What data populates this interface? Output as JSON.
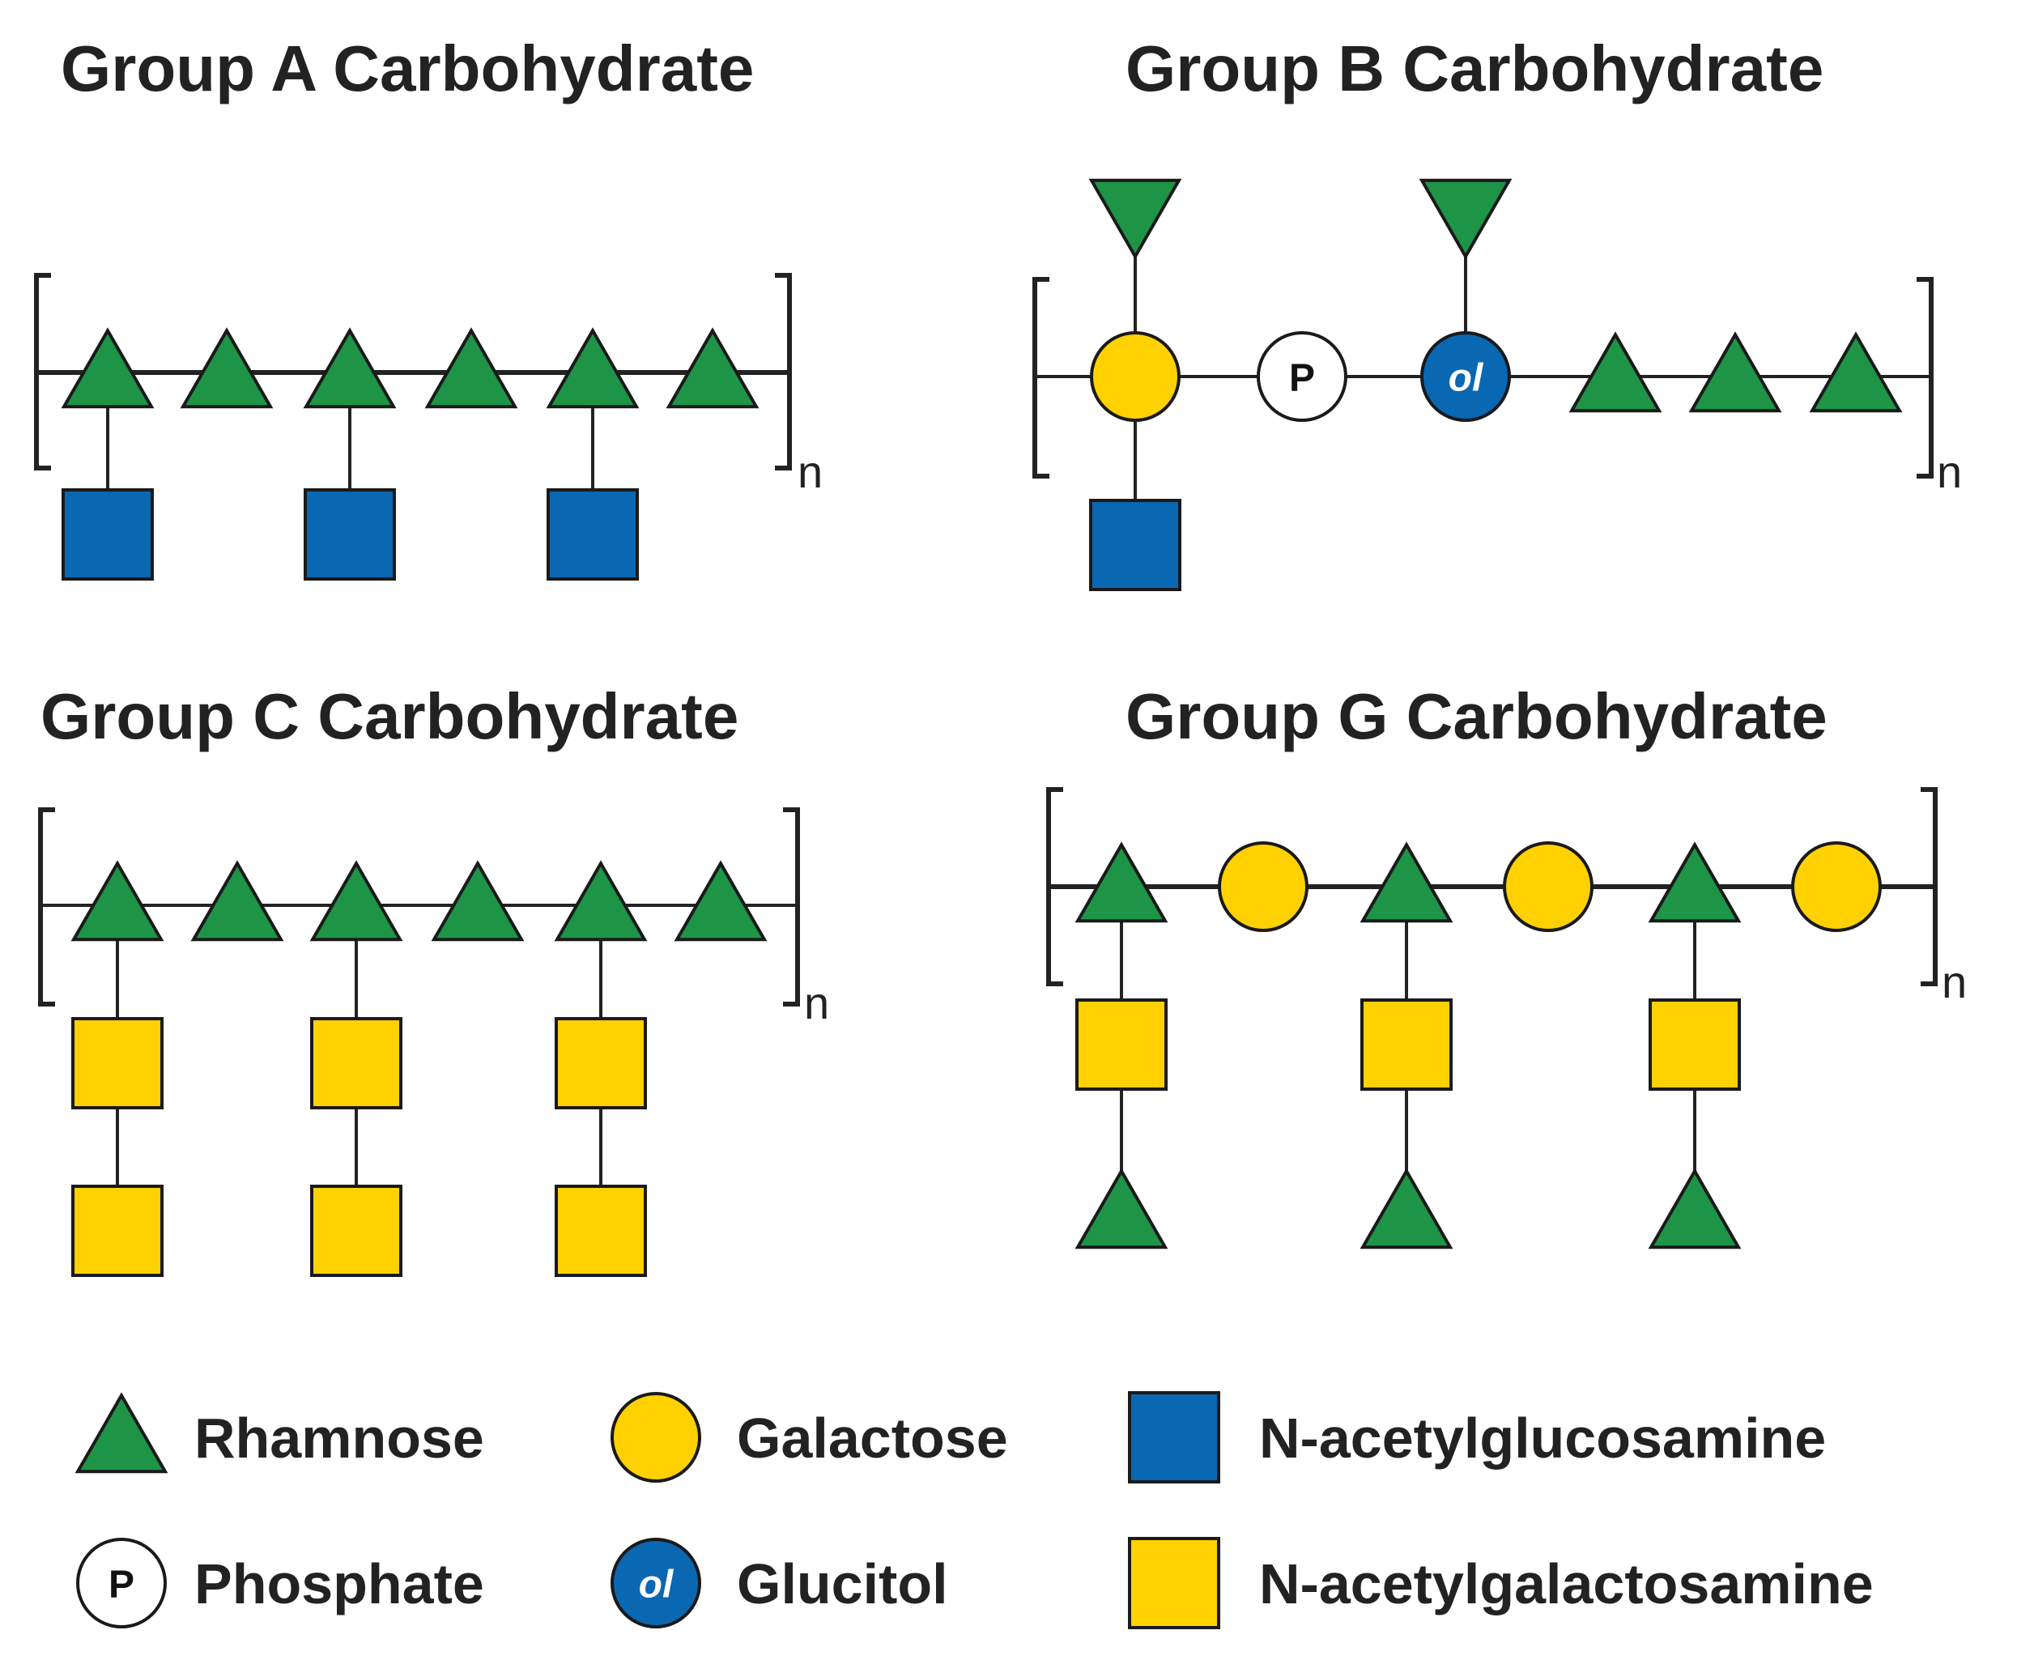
{
  "colors": {
    "rhamnose": "#1e9447",
    "galactose": "#ffd100",
    "glcnac": "#0a67b2",
    "galnac": "#ffd100",
    "phosphate": "#ffffff",
    "glucitol": "#0a67b2",
    "line": "#222222"
  },
  "panels": {
    "a": {
      "title": "Group A Carbohydrate",
      "repeat": "n"
    },
    "b": {
      "title": "Group B Carbohydrate",
      "repeat": "n"
    },
    "c": {
      "title": "Group C Carbohydrate",
      "repeat": "n"
    },
    "g": {
      "title": "Group G Carbohydrate",
      "repeat": "n"
    }
  },
  "symbols": {
    "phosphate_letter": "P",
    "glucitol_letters": "ol"
  },
  "legend": {
    "rhamnose": {
      "icon": "triangle",
      "label": "Rhamnose"
    },
    "galactose": {
      "icon": "circle",
      "label": "Galactose"
    },
    "glcnac": {
      "icon": "square",
      "label": "N-acetylglucosamine"
    },
    "phosphate": {
      "icon": "circle-p",
      "label": "Phosphate"
    },
    "glucitol": {
      "icon": "circle-ol",
      "label": "Glucitol"
    },
    "galnac": {
      "icon": "square",
      "label": "N-acetylgalactosamine"
    }
  }
}
